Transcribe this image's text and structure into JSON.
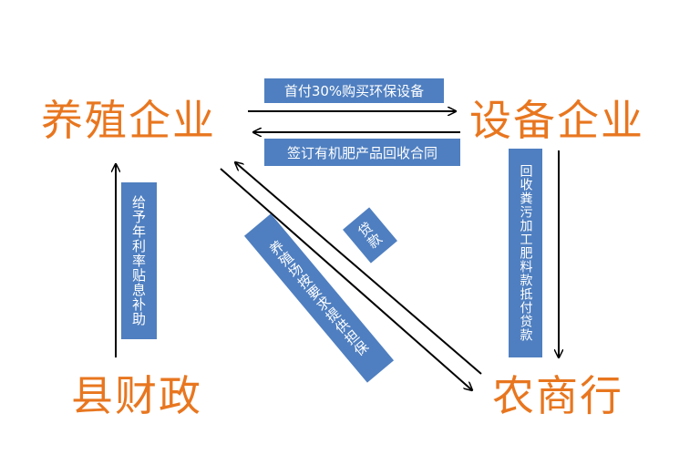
{
  "nodes": {
    "breeding_enterprise": "养殖企业",
    "equipment_enterprise": "设备企业",
    "county_finance": "县财政",
    "rural_bank": "农商行"
  },
  "labels": {
    "down_payment": "首付30%购买环保设备",
    "recycle_contract": "签订有机肥产品回收合同",
    "interest_subsidy": "给予年利率贴息补助",
    "manure_offset": "回收粪污加工肥料款抵付贷款",
    "guarantee": "养殖场按要求提供担保",
    "loan": "贷款"
  },
  "colors": {
    "node_text": "#e8761f",
    "label_bg": "#4f7fc0",
    "arrow": "#000000"
  }
}
